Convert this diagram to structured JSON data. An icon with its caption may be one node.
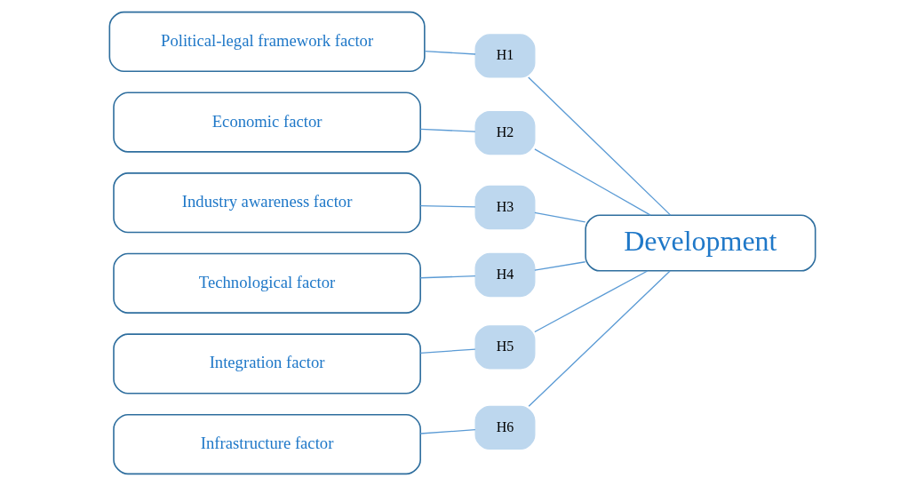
{
  "diagram": {
    "nodes": [
      {
        "text": [
          "Political-legal framework factor"
        ]
      },
      {
        "text": [
          "Economic factor"
        ]
      },
      {
        "text": [
          "Industry awareness factor"
        ]
      },
      {
        "text": [
          "Technological factor"
        ]
      },
      {
        "text": [
          "Integration factor"
        ]
      },
      {
        "text": [
          "Infrastructure factor"
        ]
      },
      {
        "text": [
          "H1"
        ]
      },
      {
        "text": [
          "H2"
        ]
      },
      {
        "text": [
          "H3"
        ]
      },
      {
        "text": [
          "H4"
        ]
      },
      {
        "text": [
          "H5"
        ]
      },
      {
        "text": [
          "H6"
        ]
      },
      {
        "text": [
          "Development"
        ]
      }
    ],
    "edges": [
      {
        "from": 0,
        "to": 6,
        "arrow": "none"
      },
      {
        "from": 1,
        "to": 7,
        "arrow": "none"
      },
      {
        "from": 2,
        "to": 8,
        "arrow": "none"
      },
      {
        "from": 3,
        "to": 9,
        "arrow": "none"
      },
      {
        "from": 4,
        "to": 10,
        "arrow": "none"
      },
      {
        "from": 5,
        "to": 11,
        "arrow": "none"
      },
      {
        "from": 6,
        "to": 12,
        "arrow": "none"
      },
      {
        "from": 7,
        "to": 12,
        "arrow": "none"
      },
      {
        "from": 8,
        "to": 12,
        "arrow": "none"
      },
      {
        "from": 9,
        "to": 12,
        "arrow": "none"
      },
      {
        "from": 10,
        "to": 12,
        "arrow": "none"
      },
      {
        "from": 11,
        "to": 12,
        "arrow": "none"
      }
    ]
  }
}
